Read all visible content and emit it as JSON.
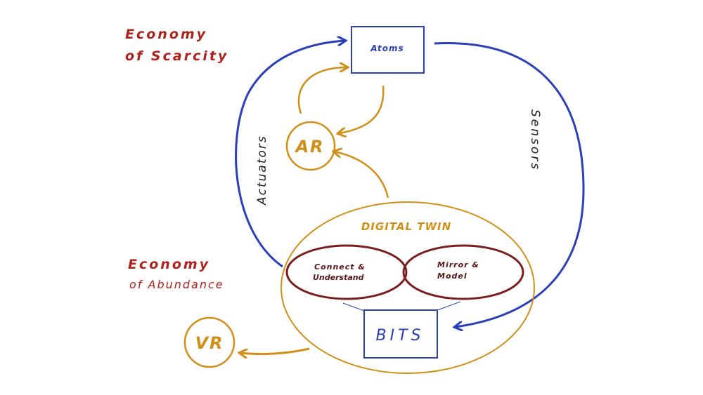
{
  "labels": {
    "economy_scarcity_line1": "Economy",
    "economy_scarcity_line2": "of Scarcity",
    "economy_abundance_line1": "Economy",
    "economy_abundance_line2": "of Abundance",
    "atoms": "Atoms",
    "bits": "BITS",
    "ar": "AR",
    "vr": "VR",
    "actuators": "Actuators",
    "sensors": "Sensors",
    "digital_twin": "DIGITAL TWIN",
    "connect_line1": "Connect &",
    "connect_line2": "Understand",
    "mirror_line1": "Mirror &",
    "mirror_line2": "Model"
  },
  "colors": {
    "red_text": "#b0221c",
    "blue": "#2a3fb8",
    "gold": "#d18f18",
    "maroon": "#7a1e1e",
    "black": "#1c1c1c"
  }
}
